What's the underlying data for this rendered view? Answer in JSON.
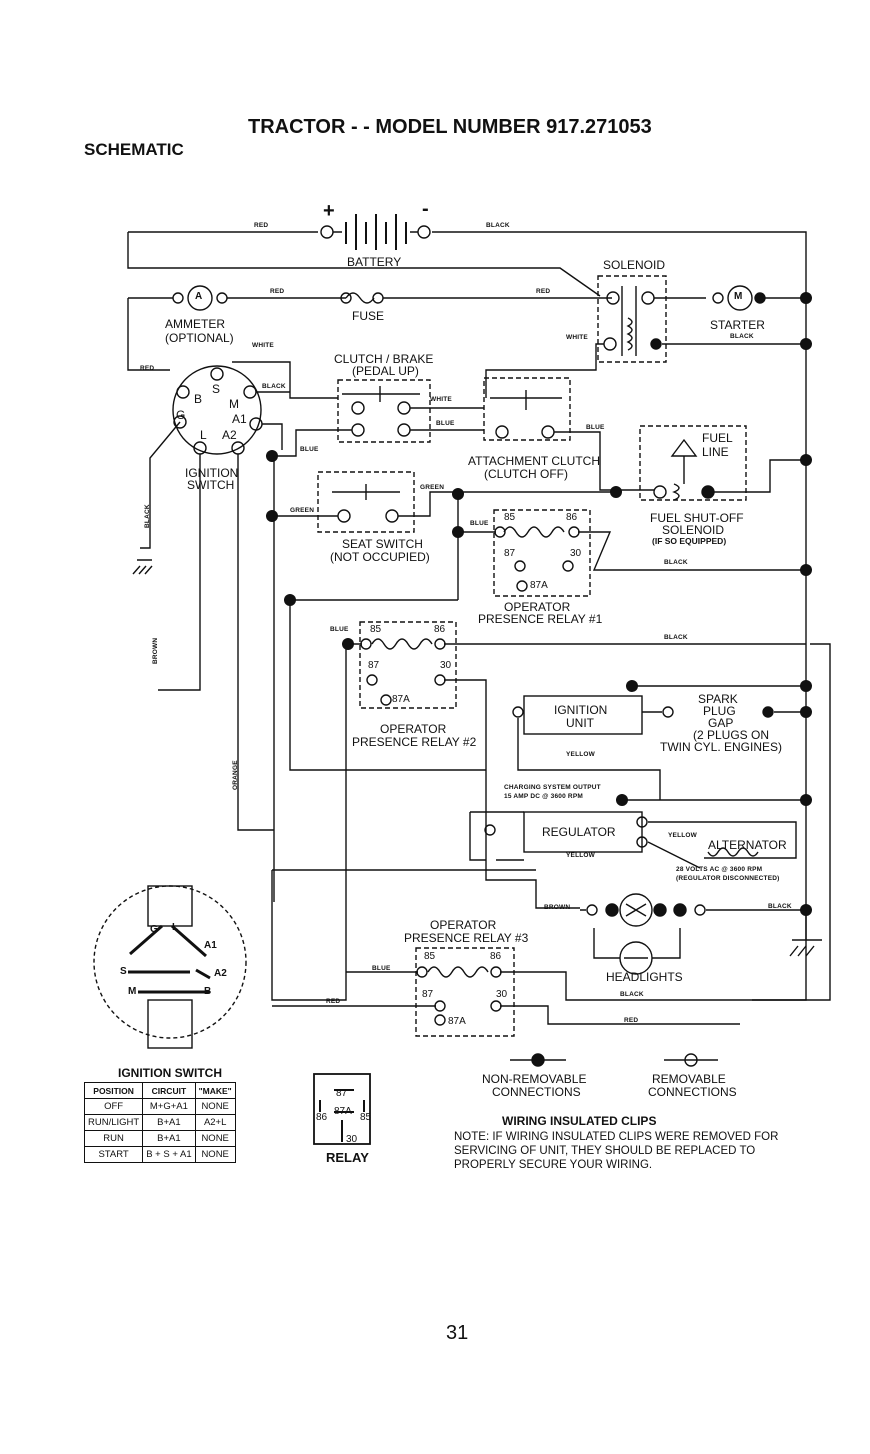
{
  "page": {
    "title": "TRACTOR - - MODEL NUMBER 917.271053",
    "section": "SCHEMATIC",
    "page_number": "31"
  },
  "components": {
    "battery": "BATTERY",
    "battery_plus": "+",
    "battery_minus": "-",
    "solenoid": "SOLENOID",
    "ammeter": "AMMETER",
    "ammeter_optional": "(OPTIONAL)",
    "ammeter_symbol": "A",
    "fuse": "FUSE",
    "starter": "STARTER",
    "starter_symbol": "M",
    "clutch_brake": "CLUTCH / BRAKE",
    "clutch_brake_sub": "(PEDAL UP)",
    "ignition_switch": "IGNITION",
    "ignition_switch_2": "SWITCH",
    "fuel_line": "FUEL",
    "fuel_line_2": "LINE",
    "attachment_clutch": "ATTACHMENT CLUTCH",
    "attachment_clutch_sub": "(CLUTCH OFF)",
    "seat_switch": "SEAT SWITCH",
    "seat_switch_sub": "(NOT OCCUPIED)",
    "fuel_shutoff": "FUEL SHUT-OFF",
    "fuel_shutoff_2": "SOLENOID",
    "fuel_shutoff_3": "(IF SO EQUIPPED)",
    "opr1": "OPERATOR",
    "opr1_2": "PRESENCE RELAY #1",
    "opr2": "OPERATOR",
    "opr2_2": "PRESENCE RELAY #2",
    "opr3": "OPERATOR",
    "opr3_2": "PRESENCE RELAY #3",
    "ignition_unit": "IGNITION",
    "ignition_unit_2": "UNIT",
    "spark_plug": "SPARK",
    "spark_plug_2": "PLUG",
    "spark_plug_3": "GAP",
    "spark_plug_4": "(2 PLUGS ON",
    "spark_plug_5": "TWIN CYL. ENGINES)",
    "charging": "CHARGING SYSTEM OUTPUT",
    "charging_2": "15 AMP DC @ 3600 RPM",
    "regulator": "REGULATOR",
    "alternator": "ALTERNATOR",
    "alt_note": "28 VOLTS AC @ 3600 RPM",
    "alt_note_2": "(REGULATOR DISCONNECTED)",
    "headlights": "HEADLIGHTS",
    "relay": "RELAY"
  },
  "terminals": {
    "b": "B",
    "s": "S",
    "m": "M",
    "g": "G",
    "a1": "A1",
    "l": "L",
    "a2": "A2",
    "r85": "85",
    "r86": "86",
    "r87": "87",
    "r30": "30",
    "r87a": "87A"
  },
  "wires": {
    "red": "RED",
    "black": "BLACK",
    "white": "WHITE",
    "blue": "BLUE",
    "green": "GREEN",
    "brown": "BROWN",
    "orange": "ORANGE",
    "yellow": "YELLOW"
  },
  "legend": {
    "nonremovable": "NON-REMOVABLE",
    "nonremovable_2": "CONNECTIONS",
    "removable": "REMOVABLE",
    "removable_2": "CONNECTIONS",
    "clips_title": "WIRING INSULATED CLIPS",
    "note_1": "NOTE: IF WIRING INSULATED CLIPS WERE REMOVED FOR",
    "note_2": "SERVICING OF UNIT, THEY SHOULD BE REPLACED TO",
    "note_3": "PROPERLY SECURE YOUR WIRING."
  },
  "ignition_table": {
    "title": "IGNITION SWITCH",
    "headers": [
      "POSITION",
      "CIRCUIT",
      "\"MAKE\""
    ],
    "rows": [
      [
        "OFF",
        "M+G+A1",
        "NONE"
      ],
      [
        "RUN/LIGHT",
        "B+A1",
        "A2+L"
      ],
      [
        "RUN",
        "B+A1",
        "NONE"
      ],
      [
        "START",
        "B + S + A1",
        "NONE"
      ]
    ]
  }
}
